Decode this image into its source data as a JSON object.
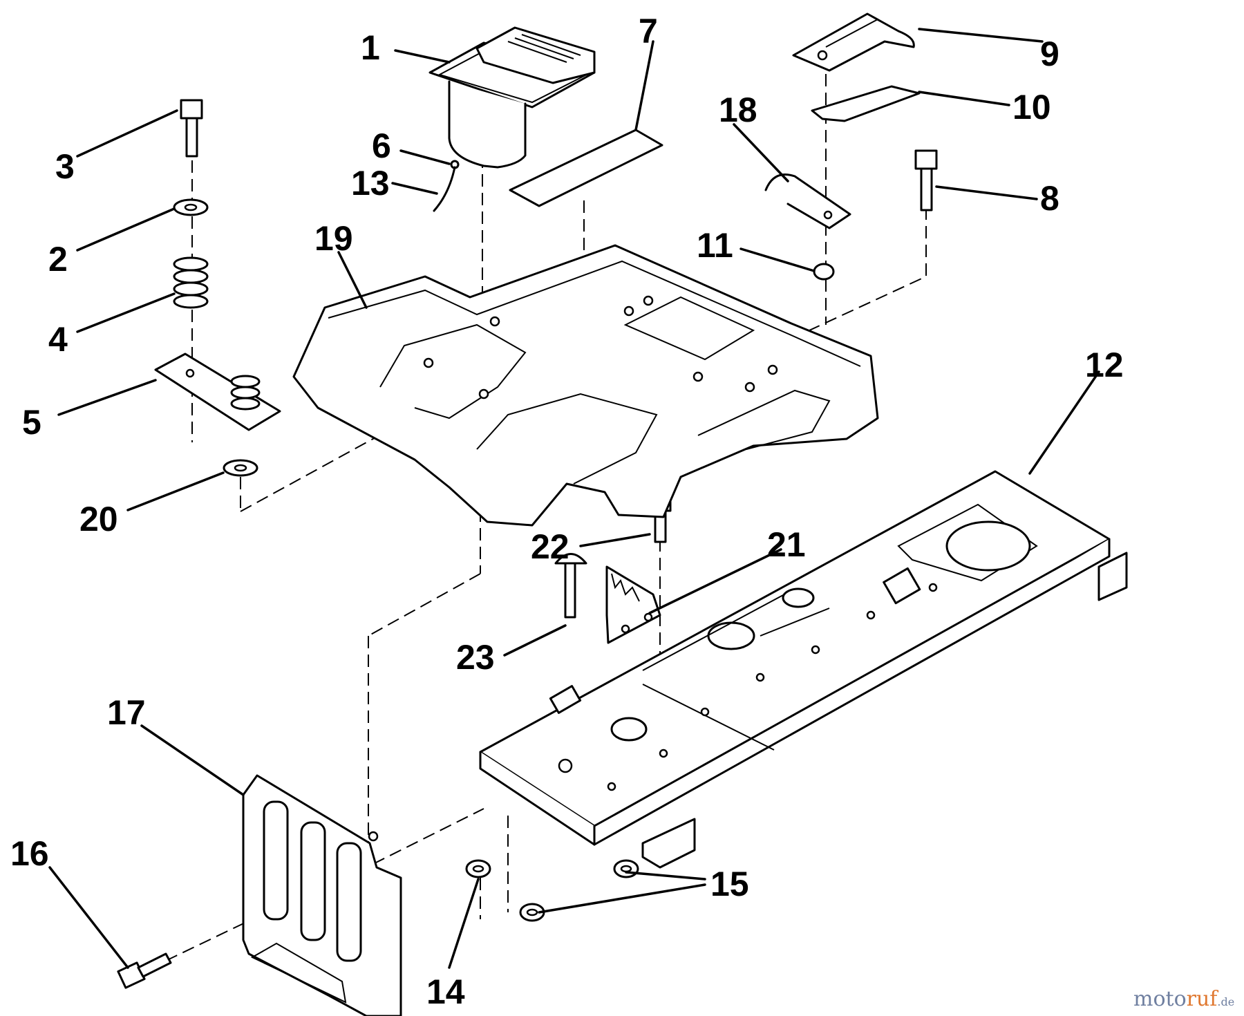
{
  "callouts": {
    "c1": "1",
    "c2": "2",
    "c3": "3",
    "c4": "4",
    "c5": "5",
    "c6": "6",
    "c7": "7",
    "c8": "8",
    "c9": "9",
    "c10": "10",
    "c11": "11",
    "c12": "12",
    "c13": "13",
    "c14": "14",
    "c15": "15",
    "c16": "16",
    "c17": "17",
    "c18": "18",
    "c19": "19",
    "c20": "20",
    "c21": "21",
    "c22": "22",
    "c23": "23"
  },
  "watermark": {
    "part1": "moto",
    "part2": "ruf",
    "suffix": ".de"
  },
  "colors": {
    "ink": "#000000",
    "background": "#ffffff",
    "watermark_blue": "#6f7fa0",
    "watermark_orange": "#e07830"
  }
}
